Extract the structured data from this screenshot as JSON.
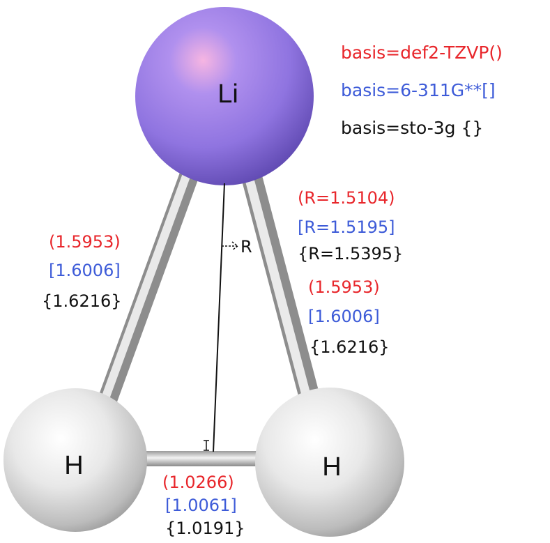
{
  "colors": {
    "def2_tzvp": "#e8262b",
    "six_311g": "#3d5bd8",
    "sto_3g": "#111111",
    "lithium": "#9b82e6",
    "hydrogen": "#e6e6e6",
    "bond": "#cfcfcf"
  },
  "atoms": {
    "li": "Li",
    "h_left": "H",
    "h_right": "H"
  },
  "legend": {
    "def2_tzvp": "basis=def2-TZVP()",
    "six_311g": "basis=6-311G**[]",
    "sto_3g": "basis=sto-3g {}"
  },
  "r_vector_label": "R",
  "r_values": {
    "def2_tzvp": "(R=1.5104)",
    "six_311g": "[R=1.5195]",
    "sto_3g": "{R=1.5395}"
  },
  "li_h_left": {
    "def2_tzvp": "(1.5953)",
    "six_311g": "[1.6006]",
    "sto_3g": "{1.6216}"
  },
  "li_h_right": {
    "def2_tzvp": "(1.5953)",
    "six_311g": "[1.6006]",
    "sto_3g": "{1.6216}"
  },
  "h_h": {
    "def2_tzvp": "(1.0266)",
    "six_311g": "[1.0061]",
    "sto_3g": "{1.0191}"
  }
}
